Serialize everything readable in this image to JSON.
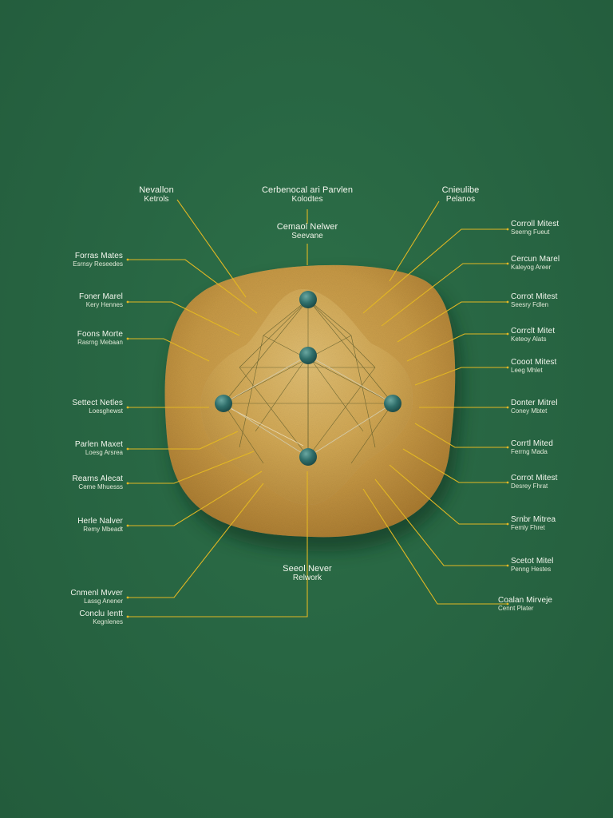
{
  "colors": {
    "background": "#286643",
    "body": "#c79a45",
    "leader": "#e2b723",
    "node": "#2f6e6a",
    "text": "#f4f7ee"
  },
  "labels": {
    "top_left": {
      "line1": "Nevallon",
      "line2": "Ketrols"
    },
    "top_center": {
      "line1": "Cerbenocal ari Parvlen",
      "line2": "Kolodtes"
    },
    "top_right": {
      "line1": "Cnieulibe",
      "line2": "Pelanos"
    },
    "center_upper": {
      "line1": "Cemaol Nelwer",
      "line2": "Seevane"
    },
    "center_lower": {
      "line1": "Seeol Never",
      "line2": "Relwork"
    },
    "left_items": [
      {
        "line1": "Forras Mates",
        "line2": "Esrnsy Reseedes"
      },
      {
        "line1": "Foner Marel",
        "line2": "Kery Hennes"
      },
      {
        "line1": "Foons Morte",
        "line2": "Rasrng Mebaan"
      },
      {
        "line1": "Settect Netles",
        "line2": "Loesghewst"
      },
      {
        "line1": "Parlen Maxet",
        "line2": "Loesg Arsrea"
      },
      {
        "line1": "Rearns Alecat",
        "line2": "Ceme Mhuesss"
      },
      {
        "line1": "Herle Nalver",
        "line2": "Remy Mbeadt"
      },
      {
        "line1": "Cnmenl Mvver",
        "line2": "Lassg Anener"
      },
      {
        "line1": "Conclu Ientt",
        "line2": "Kegnlenes"
      }
    ],
    "right_items": [
      {
        "line1": "Corroll Mitest",
        "line2": "Seerng Fueut"
      },
      {
        "line1": "Cercun Marel",
        "line2": "Kaleyog Areer"
      },
      {
        "line1": "Corrot Mitest",
        "line2": "Seesry Fdlen"
      },
      {
        "line1": "Corrclt Mitet",
        "line2": "Keteoy Alats"
      },
      {
        "line1": "Cooot Mitest",
        "line2": "Leeg Mhlet"
      },
      {
        "line1": "Donter Mitrel",
        "line2": "Coney Mbtet"
      },
      {
        "line1": "Corrtl Mited",
        "line2": "Ferrng Mada"
      },
      {
        "line1": "Corrot Mitest",
        "line2": "Desrey Fhrat"
      },
      {
        "line1": "Srnbr Mitrea",
        "line2": "Femly Fhret"
      },
      {
        "line1": "Scetot Mitel",
        "line2": "Penng Hestes"
      },
      {
        "line1": "Coalan Mirveje",
        "line2": "Cennt Plater"
      }
    ]
  }
}
